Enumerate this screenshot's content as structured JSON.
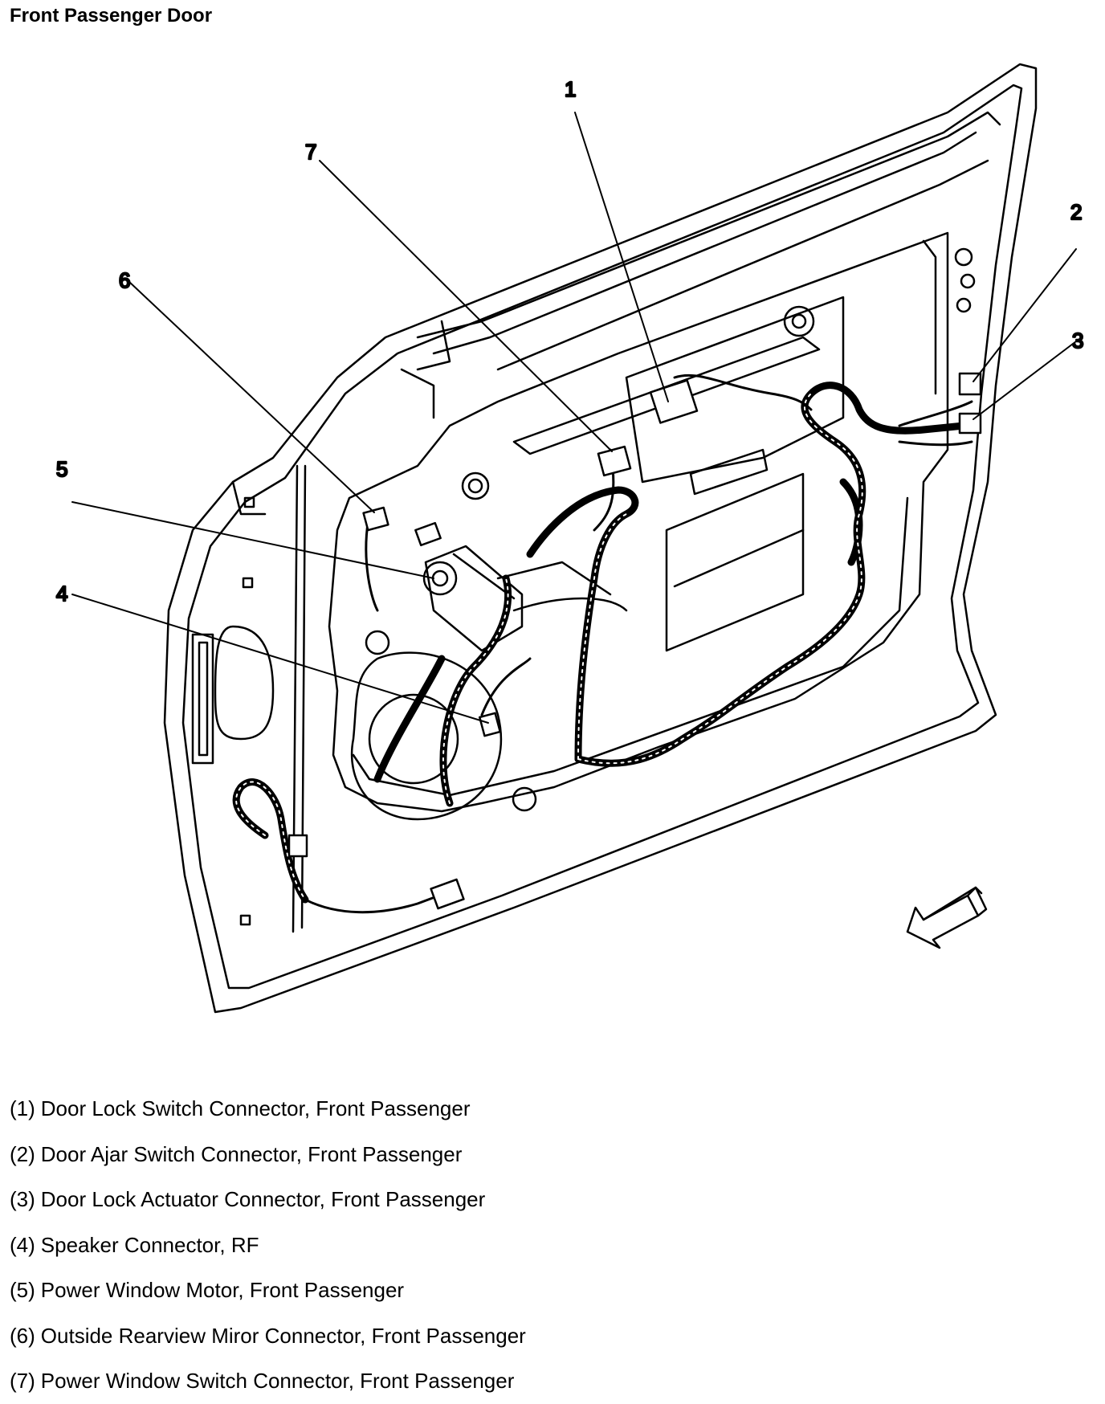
{
  "title": "Front Passenger Door",
  "callouts": [
    "1",
    "2",
    "3",
    "4",
    "5",
    "6",
    "7"
  ],
  "legend": [
    {
      "num": "(1)",
      "text": "Door Lock Switch Connector, Front Passenger"
    },
    {
      "num": "(2)",
      "text": "Door Ajar Switch Connector, Front Passenger"
    },
    {
      "num": "(3)",
      "text": "Door Lock Actuator Connector, Front Passenger"
    },
    {
      "num": "(4)",
      "text": "Speaker Connector, RF"
    },
    {
      "num": "(5)",
      "text": "Power Window Motor, Front Passenger"
    },
    {
      "num": "(6)",
      "text": "Outside Rearview Miror Connector, Front Passenger"
    },
    {
      "num": "(7)",
      "text": "Power Window Switch Connector, Front Passenger"
    }
  ],
  "colors": {
    "line": "#000000",
    "background": "#ffffff"
  }
}
